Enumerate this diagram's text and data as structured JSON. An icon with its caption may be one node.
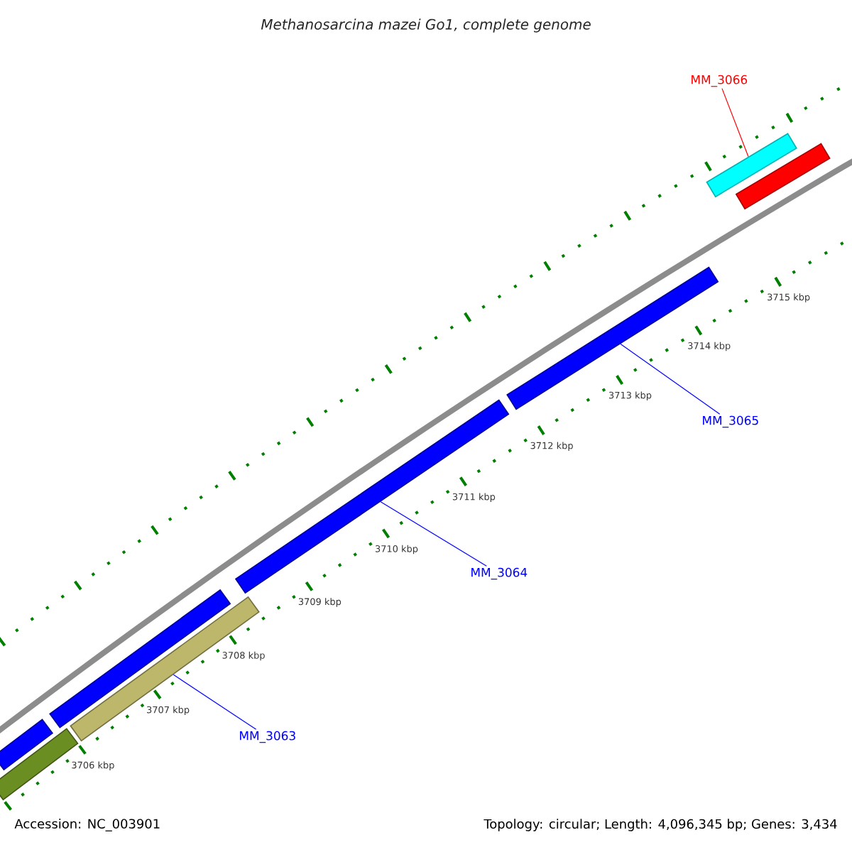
{
  "diagram": {
    "title": "Methanosarcina mazei Go1, complete genome",
    "nodes": [
      {
        "text": [
          "MM_3066"
        ]
      },
      {
        "text": [],
        "shape": "bar"
      },
      {
        "text": [],
        "shape": "bar"
      },
      {
        "text": [],
        "shape": "bar"
      },
      {
        "text": [
          "MM_3065"
        ]
      },
      {
        "text": [],
        "shape": "bar"
      },
      {
        "text": [
          "MM_3064"
        ]
      },
      {
        "text": [],
        "shape": "bar"
      },
      {
        "text": [],
        "shape": "bar"
      },
      {
        "text": [
          "MM_3063"
        ]
      },
      {
        "text": [],
        "shape": "bar"
      },
      {
        "text": [],
        "shape": "bar"
      }
    ],
    "edges": [
      {
        "from": 0,
        "to": 1,
        "arrow": "none",
        "color": "#ff0000"
      },
      {
        "from": 4,
        "to": 3,
        "arrow": "none"
      },
      {
        "from": 6,
        "to": 5,
        "arrow": "none"
      },
      {
        "from": 9,
        "to": 8,
        "arrow": "none"
      }
    ],
    "labels": [
      "3706 kbp",
      "3707 kbp",
      "3708 kbp",
      "3709 kbp",
      "3710 kbp",
      "3711 kbp",
      "3712 kbp",
      "3713 kbp",
      "3714 kbp",
      "3715 kbp",
      "Accession: NC_003901",
      "Topology: circular; Length: 4,096,345 bp; Genes: 3,434"
    ]
  }
}
